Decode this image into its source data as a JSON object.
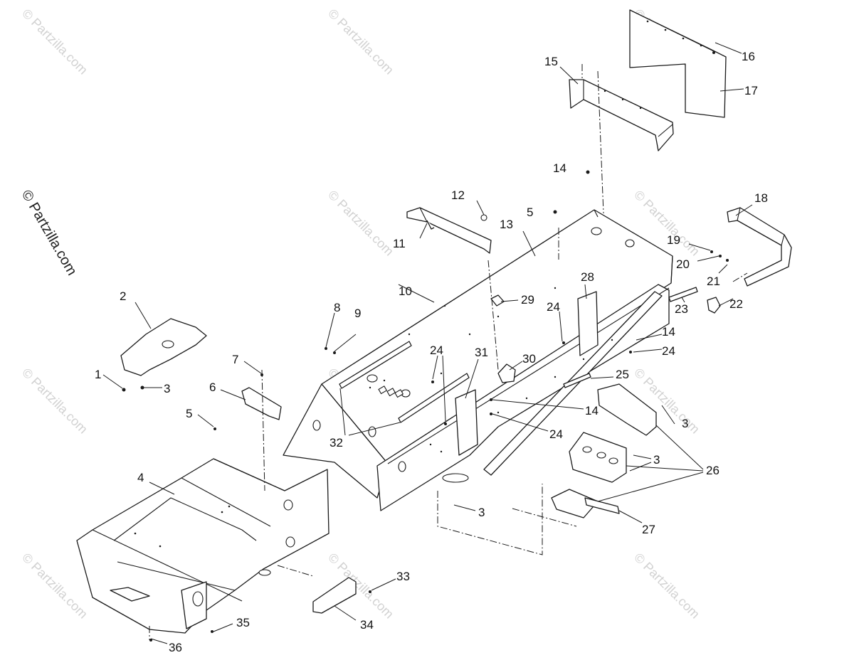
{
  "copyright": "© Partzilla.com",
  "watermark": "© Partzilla.com",
  "callouts": [
    "1",
    "2",
    "3",
    "3",
    "3",
    "3",
    "4",
    "5",
    "5",
    "6",
    "7",
    "8",
    "9",
    "10",
    "11",
    "12",
    "13",
    "14",
    "14",
    "14",
    "15",
    "16",
    "17",
    "18",
    "19",
    "20",
    "21",
    "22",
    "23",
    "24",
    "24",
    "24",
    "24",
    "25",
    "26",
    "27",
    "28",
    "29",
    "30",
    "31",
    "32",
    "33",
    "34",
    "35",
    "36"
  ]
}
